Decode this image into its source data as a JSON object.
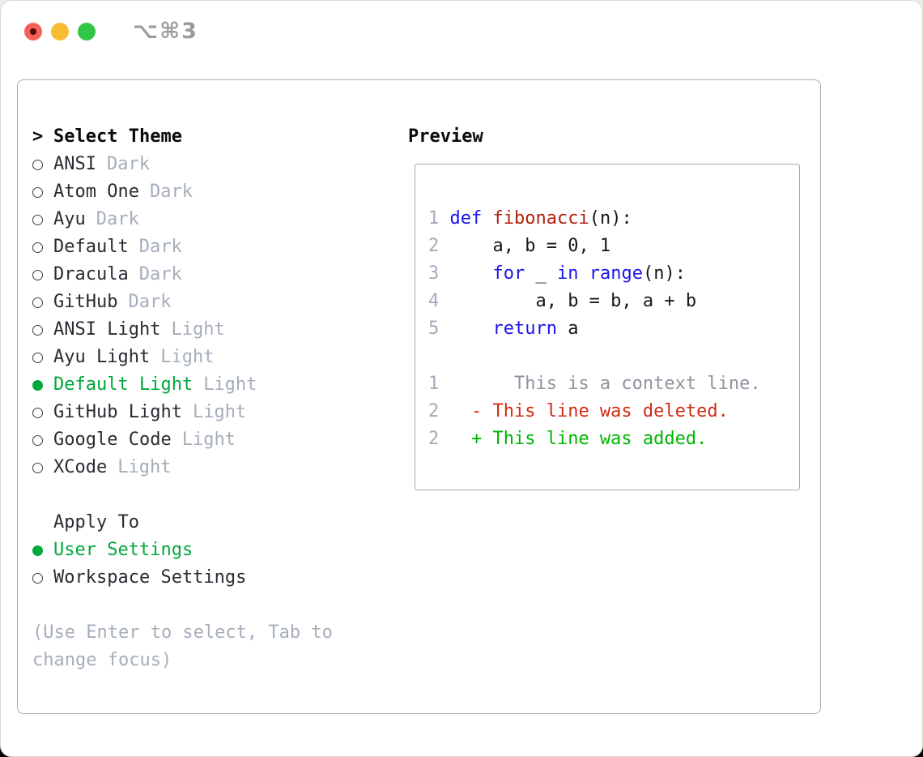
{
  "colors": {
    "accent_green": "#00a83c",
    "keyword_blue": "#1b16e8",
    "function_red": "#b2220f",
    "deleted_red": "#d02c15",
    "added_green": "#00b400",
    "muted_gray": "#a6aebb",
    "panel_border": "#a6acb5",
    "traffic_red": "#f4605a",
    "traffic_yellow": "#f8bc33",
    "traffic_green": "#32c546"
  },
  "titlebar": {
    "shortcut": "⌥⌘3"
  },
  "theme_list": {
    "marker": ">",
    "heading": "Select Theme",
    "items": [
      {
        "name": "ANSI",
        "variant": "Dark",
        "selected": false
      },
      {
        "name": "Atom One",
        "variant": "Dark",
        "selected": false
      },
      {
        "name": "Ayu",
        "variant": "Dark",
        "selected": false
      },
      {
        "name": "Default",
        "variant": "Dark",
        "selected": false
      },
      {
        "name": "Dracula",
        "variant": "Dark",
        "selected": false
      },
      {
        "name": "GitHub",
        "variant": "Dark",
        "selected": false
      },
      {
        "name": "ANSI Light",
        "variant": "Light",
        "selected": false
      },
      {
        "name": "Ayu Light",
        "variant": "Light",
        "selected": false
      },
      {
        "name": "Default Light",
        "variant": "Light",
        "selected": true
      },
      {
        "name": "GitHub Light",
        "variant": "Light",
        "selected": false
      },
      {
        "name": "Google Code",
        "variant": "Light",
        "selected": false
      },
      {
        "name": "XCode",
        "variant": "Light",
        "selected": false
      }
    ]
  },
  "apply_to": {
    "heading": "Apply To",
    "options": [
      {
        "label": "User Settings",
        "selected": true
      },
      {
        "label": "Workspace Settings",
        "selected": false
      }
    ]
  },
  "help_text": {
    "line1": "(Use Enter to select, Tab to",
    "line2": "change focus)"
  },
  "preview": {
    "heading": "Preview",
    "lines": [
      {
        "tokens": [
          [
            "gut",
            "1 "
          ],
          [
            "kw",
            "def "
          ],
          [
            "fn",
            "fibonacci"
          ],
          [
            "pl",
            "(n):"
          ]
        ]
      },
      {
        "tokens": [
          [
            "gut",
            "2 "
          ],
          [
            "pl",
            "    a, b = 0, 1"
          ]
        ]
      },
      {
        "tokens": [
          [
            "gut",
            "3 "
          ],
          [
            "pl",
            "    "
          ],
          [
            "kw",
            "for"
          ],
          [
            "pl",
            " _ "
          ],
          [
            "kw",
            "in"
          ],
          [
            "pl",
            " "
          ],
          [
            "kw",
            "range"
          ],
          [
            "pl",
            "(n):"
          ]
        ]
      },
      {
        "tokens": [
          [
            "gut",
            "4 "
          ],
          [
            "pl",
            "        a, b = b, a + b"
          ]
        ]
      },
      {
        "tokens": [
          [
            "gut",
            "5 "
          ],
          [
            "pl",
            "    "
          ],
          [
            "kw",
            "return"
          ],
          [
            "pl",
            " a"
          ]
        ]
      },
      {
        "tokens": []
      },
      {
        "tokens": [
          [
            "gut",
            "1 "
          ],
          [
            "ctx",
            "      This is a context line."
          ]
        ]
      },
      {
        "tokens": [
          [
            "gut",
            "2 "
          ],
          [
            "del",
            "  - This line was deleted."
          ]
        ]
      },
      {
        "tokens": [
          [
            "gut",
            "2 "
          ],
          [
            "add",
            "  + This line was added."
          ]
        ]
      }
    ]
  }
}
